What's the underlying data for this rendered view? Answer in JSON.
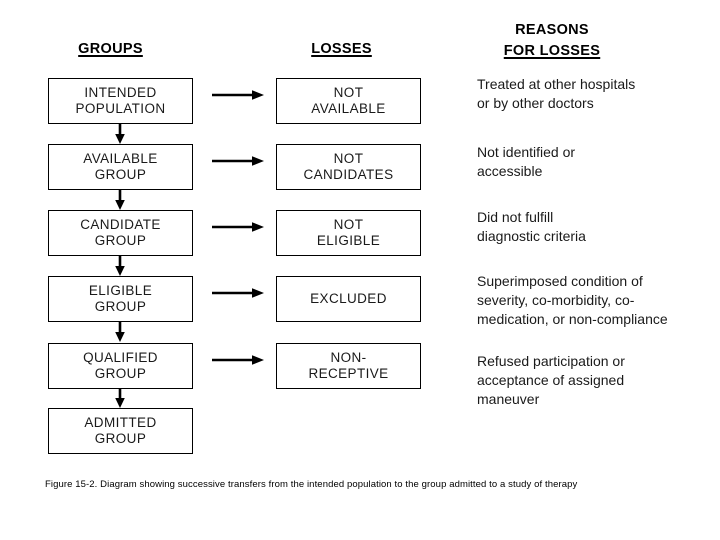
{
  "page": {
    "background": "#ffffff",
    "text_color": "#000000",
    "line_color": "#000000"
  },
  "headers": {
    "groups": "GROUPS",
    "losses": "LOSSES",
    "reasons": [
      "REASONS",
      "FOR LOSSES"
    ]
  },
  "groups": [
    {
      "lines": [
        "INTENDED",
        "POPULATION"
      ]
    },
    {
      "lines": [
        "AVAILABLE",
        "GROUP"
      ]
    },
    {
      "lines": [
        "CANDIDATE",
        "GROUP"
      ]
    },
    {
      "lines": [
        "ELIGIBLE",
        "GROUP"
      ]
    },
    {
      "lines": [
        "QUALIFIED",
        "GROUP"
      ]
    },
    {
      "lines": [
        "ADMITTED",
        "GROUP"
      ]
    }
  ],
  "losses": [
    {
      "lines": [
        "NOT",
        "AVAILABLE"
      ]
    },
    {
      "lines": [
        "NOT",
        "CANDIDATES"
      ]
    },
    {
      "lines": [
        "NOT",
        "ELIGIBLE"
      ]
    },
    {
      "lines": [
        "EXCLUDED"
      ]
    },
    {
      "lines": [
        "NON-",
        "RECEPTIVE"
      ]
    }
  ],
  "reasons": [
    {
      "lines": [
        "Treated at other hospitals",
        "or by other doctors"
      ]
    },
    {
      "lines": [
        "Not identified or",
        "accessible"
      ]
    },
    {
      "lines": [
        "Did not fulfill",
        "diagnostic criteria"
      ]
    },
    {
      "lines": [
        "Superimposed condition of",
        "severity, co-morbidity, co-",
        "medication, or non-compliance"
      ]
    },
    {
      "lines": [
        "Refused participation or",
        "acceptance of assigned",
        "maneuver"
      ]
    }
  ],
  "caption": "Figure 15-2. Diagram showing successive transfers from the intended population to the group admitted to a study of therapy"
}
